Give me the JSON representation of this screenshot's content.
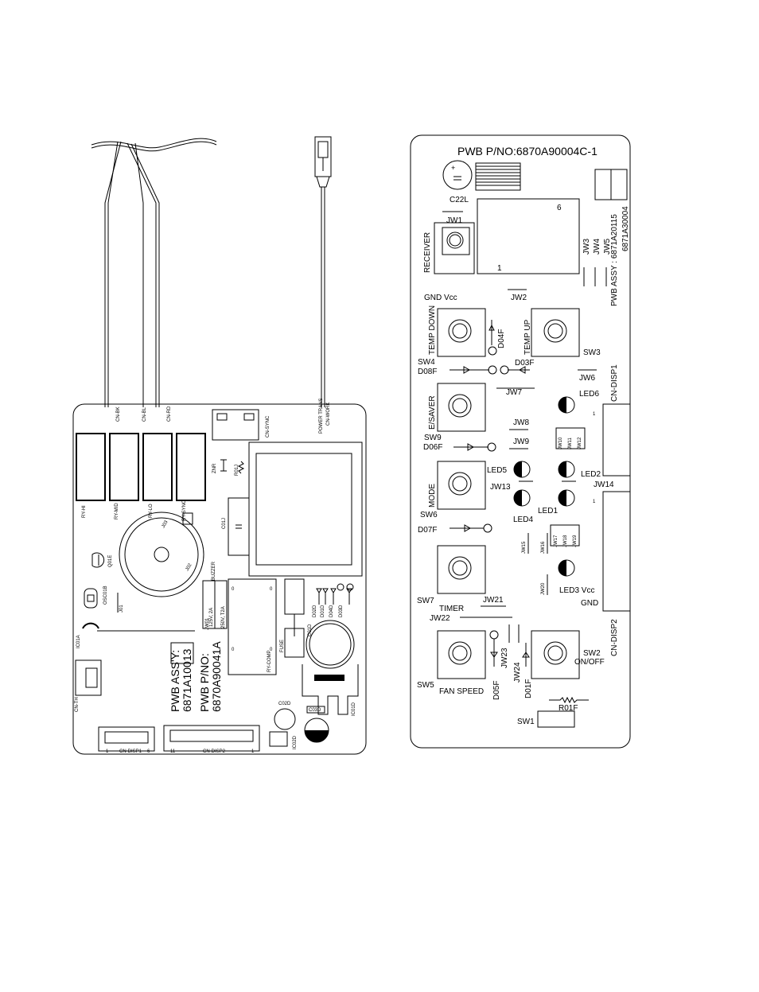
{
  "left_board": {
    "wire_labels": [
      "CN-BK",
      "CN-BL",
      "CN-RD",
      "CN-WORK"
    ],
    "cn_sync": "CN-SYNC",
    "power_trans": "POWER TRANS",
    "relays": [
      "RY-HI",
      "RY-MID",
      "RY-LO",
      "RY-SYNC"
    ],
    "znr": "ZNR",
    "r01": "R01J",
    "c01j": "C01J",
    "buzzer": "BUZZER",
    "j03": "J03",
    "j02": "J02",
    "j01": "J01",
    "q01e": "Q01E",
    "osc01b": "OSC01B",
    "jw01": "JW01",
    "ic01a": "IC01A",
    "fuse_ratings": [
      "125V, 2A",
      "250V, T2A"
    ],
    "fuse": "FUSE",
    "ry_comp": "RY-COMP",
    "c01d": "C01D",
    "c02d": "C02D",
    "c03d": "C03D",
    "ic01d": "IC01D",
    "ic02d": "IC02D",
    "diodes": [
      "D02D",
      "D01D",
      "D04D",
      "D03D"
    ],
    "assy_lines": [
      "PWB ASS'Y:",
      "6871A10013",
      "PWB P/NO:",
      "6870A90041A"
    ],
    "cn_th": "CN-TH",
    "cn_disp1": "CN-DISP1",
    "cn_disp2": "CN-DISP2",
    "pin_1": "1",
    "pin_6": "6",
    "pin_11": "11"
  },
  "right_board": {
    "pwb_pno": "PWB P/NO:6870A90004C-1",
    "c22l": "C22L",
    "jw1": "JW1",
    "pin_6": "6",
    "pin_1": "1",
    "receiver": "RECEIVER",
    "jw3": "JW3",
    "jw4": "JW4",
    "jw5": "JW5",
    "assy_vertical": "PWB ASSY : 6871A20115",
    "assy_vertical_2": "6871A30004",
    "gnd_vcc": "GND Vcc",
    "jw2": "JW2",
    "temp_down": "TEMP DOWN",
    "temp_up": "TEMP UP",
    "d04f": "D04F",
    "sw4": "SW4",
    "sw3": "SW3",
    "d08f": "D08F",
    "d03f": "D03F",
    "jw6": "JW6",
    "cn_disp1": "CN-DISP1",
    "e_saver": "E/SAVER",
    "jw7": "JW7",
    "led6": "LED6",
    "jw8": "JW8",
    "sw9": "SW9",
    "jw9": "JW9",
    "jw10": "JW10",
    "jw11": "JW11",
    "jw12": "JW12",
    "d06f": "D06F",
    "led5": "LED5",
    "led2": "LED2",
    "mode": "MODE",
    "jw13": "JW13",
    "jw14": "JW14",
    "led1": "LED1",
    "led4": "LED4",
    "sw6": "SW6",
    "d07f": "D07F",
    "jw15": "JW15",
    "jw16": "JW16",
    "jw17": "JW17",
    "jw18": "JW18",
    "jw19": "JW19",
    "jw20": "JW20",
    "led3_vcc": "LED3 Vcc",
    "gnd": "GND",
    "sw7": "SW7",
    "timer": "TIMER",
    "jw21": "JW21",
    "jw22": "JW22",
    "cn_disp2": "CN-DISP2",
    "jw23": "JW23",
    "jw24": "JW24",
    "sw5": "SW5",
    "fan_speed": "FAN SPEED",
    "d05f": "D05F",
    "d01f": "D01F",
    "sw2": "SW2",
    "on_off": "ON/OFF",
    "r01f": "R01F",
    "sw1": "SW1"
  }
}
